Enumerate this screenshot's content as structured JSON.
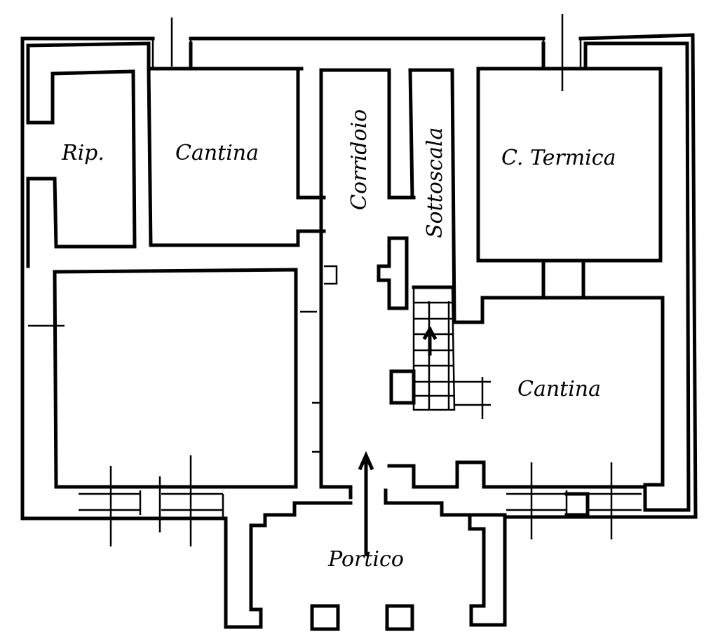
{
  "rooms": {
    "rip": "Rip.",
    "cantina_top": "Cantina",
    "corridoio": "Corridoio",
    "sottoscala": "Sottoscala",
    "c_termica": "C. Termica",
    "cantina_bottom": "Cantina",
    "portico": "Portico"
  },
  "colors": {
    "ink": "#000000",
    "paper": "#ffffff"
  }
}
